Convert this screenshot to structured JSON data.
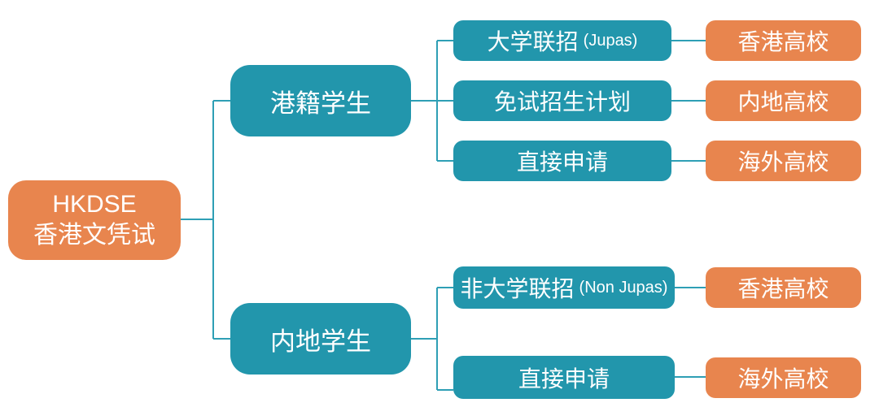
{
  "diagram": {
    "colors": {
      "node_orange": "#E8854E",
      "node_teal": "#2296AC",
      "connector_line": "#2E9FB5",
      "node_text": "#FFFFFF",
      "background": "#FFFFFF"
    },
    "tree": {
      "root": {
        "lines": [
          "HKDSE",
          "香港文凭试"
        ]
      },
      "branches": [
        {
          "label": "港籍学生",
          "children": [
            {
              "label": "大学联招",
              "note": "(Jupas)",
              "destination": "香港高校"
            },
            {
              "label": "免试招生计划",
              "note": "",
              "destination": "内地高校"
            },
            {
              "label": "直接申请",
              "note": "",
              "destination": "海外高校"
            }
          ]
        },
        {
          "label": "内地学生",
          "children": [
            {
              "label": "非大学联招",
              "note": "(Non Jupas)",
              "destination": "香港高校"
            },
            {
              "label": "直接申请",
              "note": "",
              "destination": "海外高校"
            }
          ]
        }
      ]
    }
  }
}
